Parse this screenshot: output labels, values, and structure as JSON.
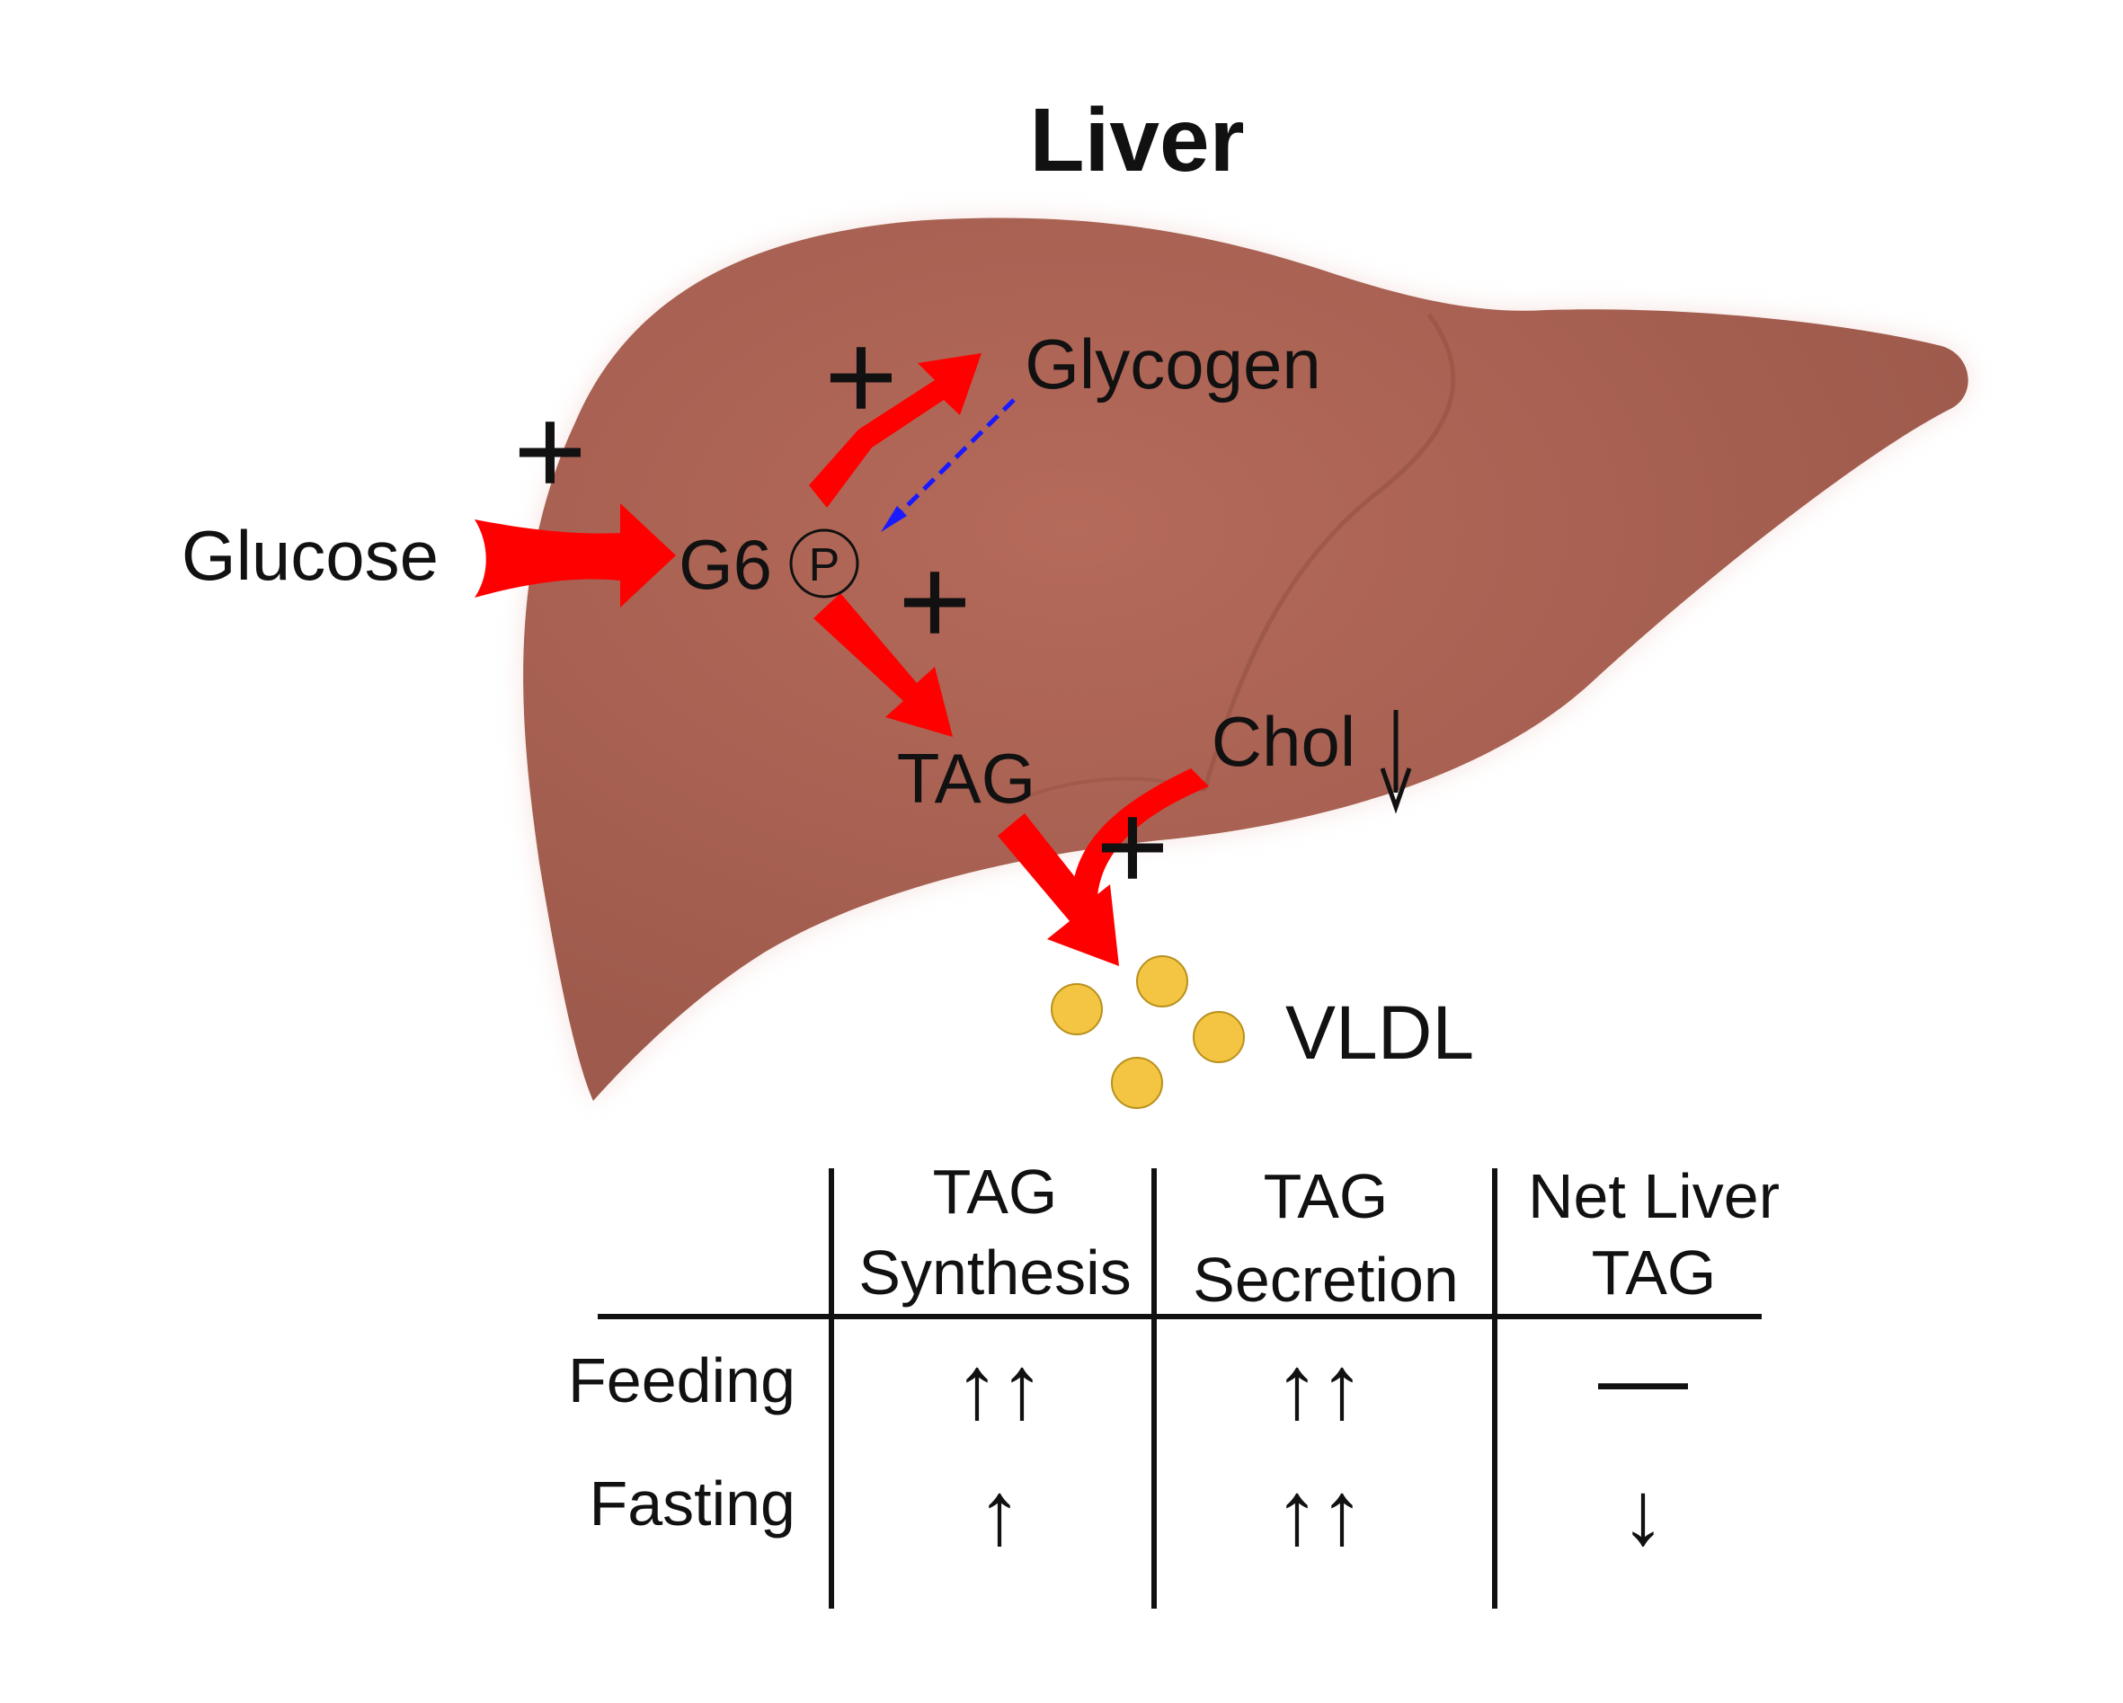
{
  "title": "Liver",
  "labels": {
    "glucose": "Glucose",
    "g6": "G6",
    "phosphate": "P",
    "glycogen": "Glycogen",
    "tag": "TAG",
    "chol": "Chol",
    "vldl": "VLDL",
    "plus": "+"
  },
  "colors": {
    "liver": "#a35f50",
    "liver_highlight": "#b56a5a",
    "flux_arrow": "#ff0000",
    "reverse_arrow": "#1a1aff",
    "vldl_particle": "#f4c542"
  },
  "table": {
    "headers": [
      [
        "TAG",
        "Synthesis"
      ],
      [
        "TAG",
        "Secretion"
      ],
      [
        "Net Liver",
        "TAG"
      ]
    ],
    "rows": [
      {
        "label": "Feeding",
        "cells": [
          "↑↑",
          "↑↑",
          "—"
        ]
      },
      {
        "label": "Fasting",
        "cells": [
          "↑",
          "↑↑",
          "↓"
        ]
      }
    ]
  }
}
